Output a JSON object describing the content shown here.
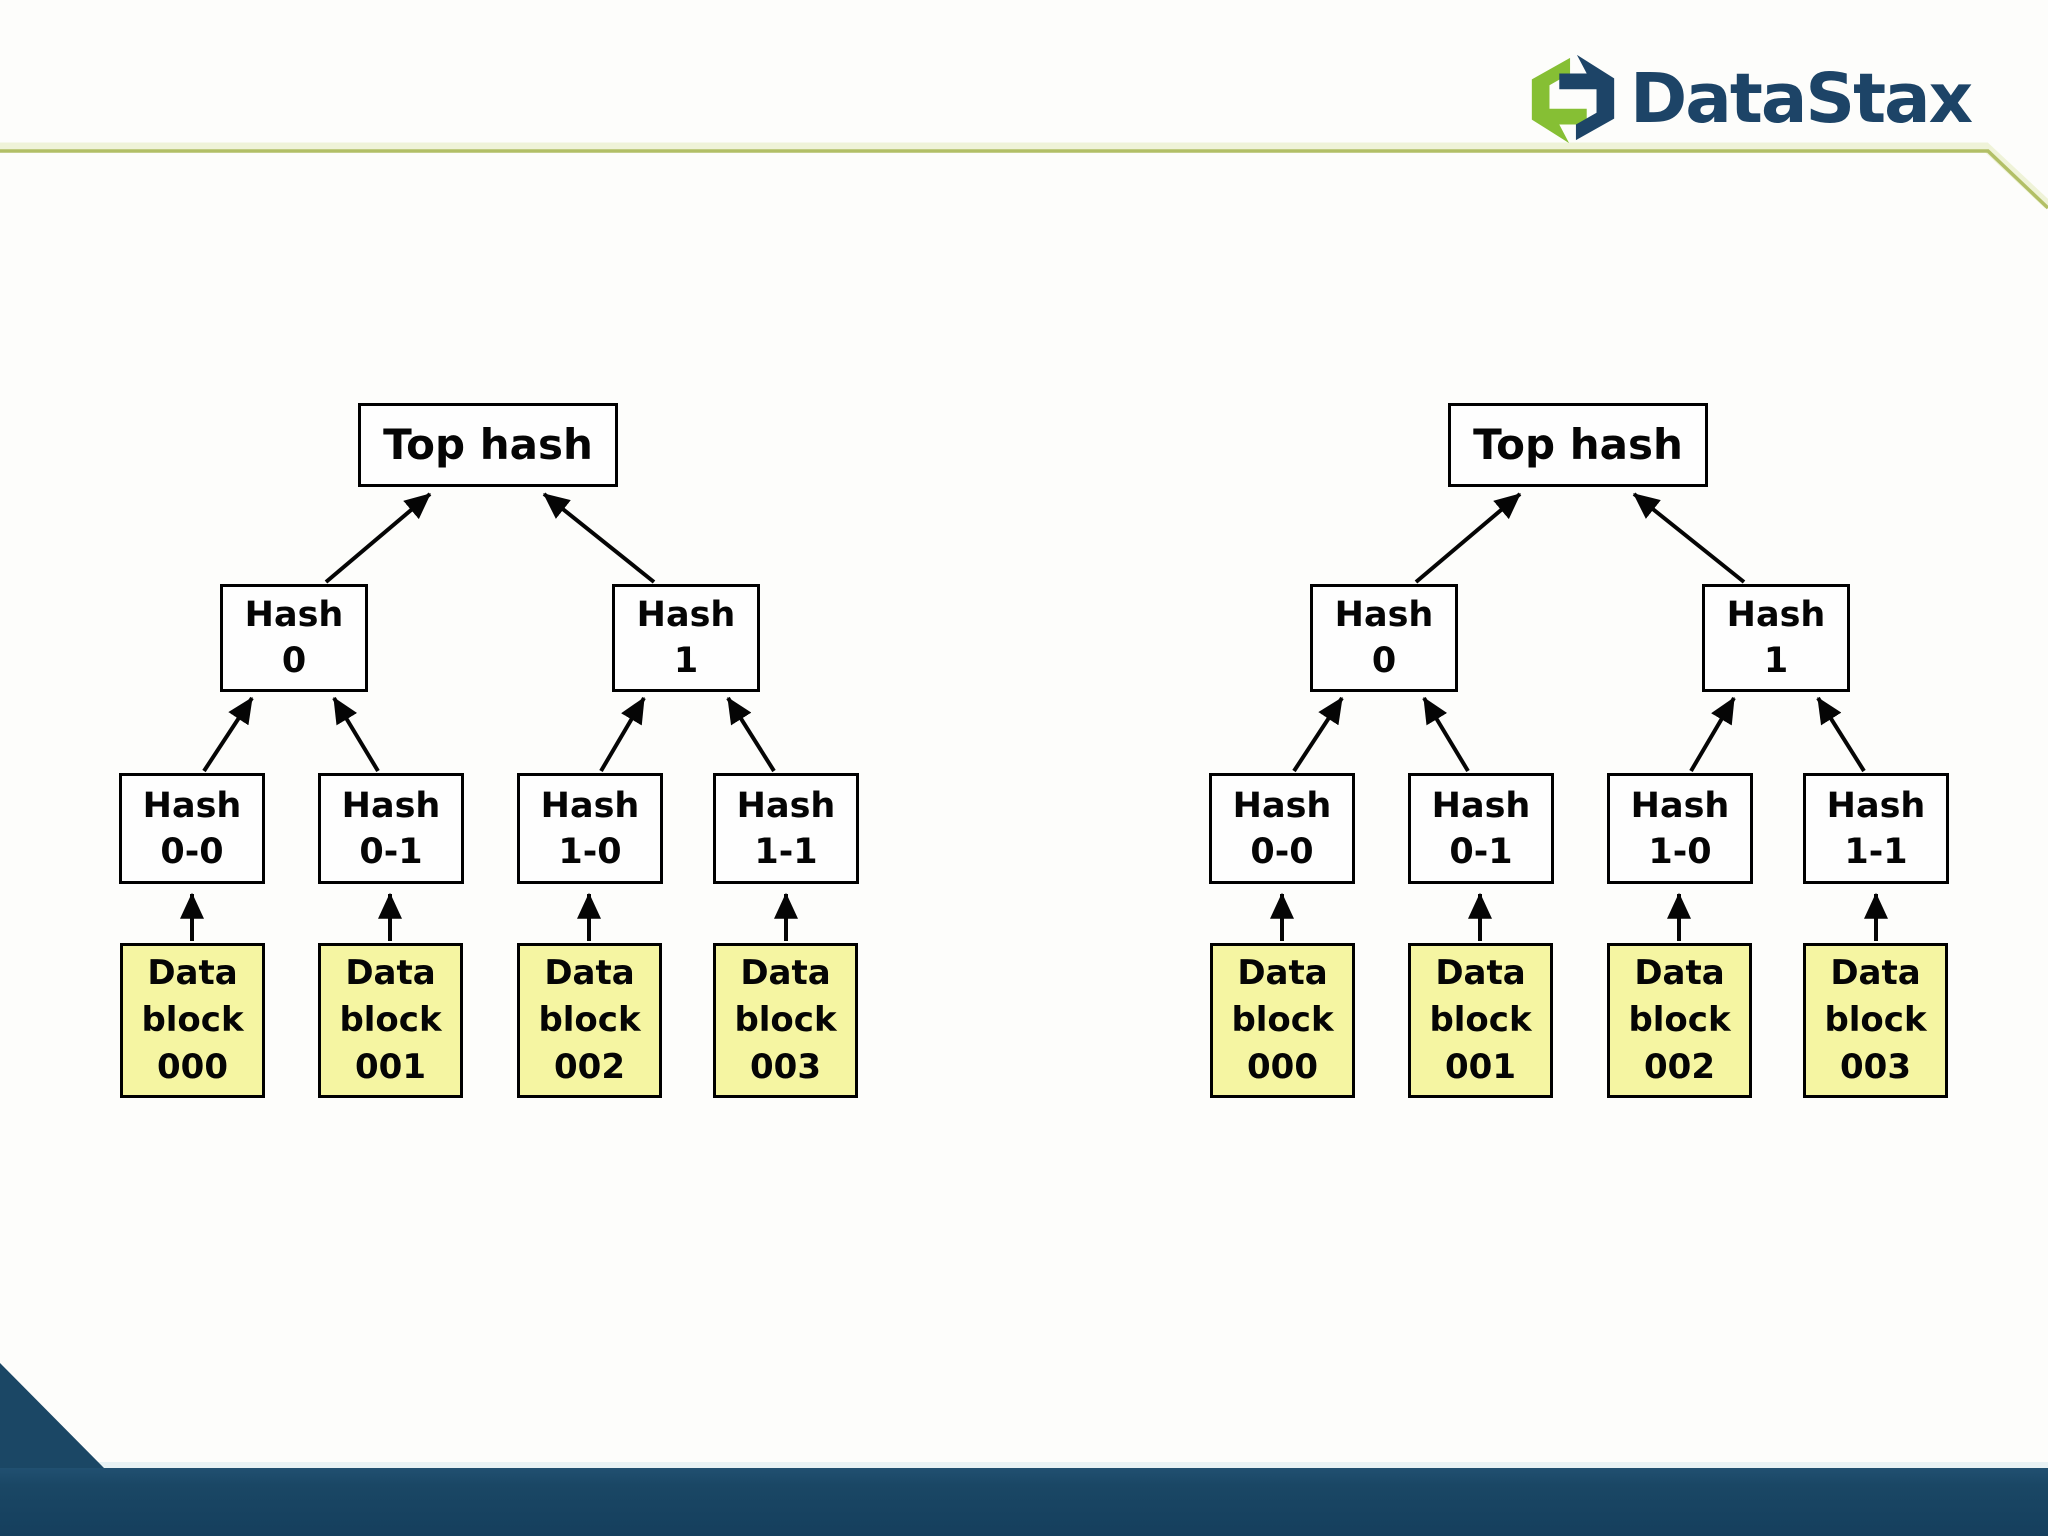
{
  "slide": {
    "background": "#fdfdfb",
    "description": "Presentation slide showing two identical Merkle (hash) tree diagrams side by side"
  },
  "logo": {
    "text": "DataStax"
  },
  "colors": {
    "brand_navy": "#1d4467",
    "brand_green": "#86bf34",
    "header_rule_olive": "#b2bf66",
    "footer_navy": "#1a4765",
    "data_block_fill": "#f5f5a2",
    "node_border": "#000000"
  },
  "trees": [
    {
      "name": "left",
      "top_hash": {
        "label": "Top hash"
      },
      "hashes_l2": [
        [
          "Hash",
          "0"
        ],
        [
          "Hash",
          "1"
        ]
      ],
      "hashes_l3": [
        [
          "Hash",
          "0-0"
        ],
        [
          "Hash",
          "0-1"
        ],
        [
          "Hash",
          "1-0"
        ],
        [
          "Hash",
          "1-1"
        ]
      ],
      "data_blocks": [
        [
          "Data",
          "block",
          "000"
        ],
        [
          "Data",
          "block",
          "001"
        ],
        [
          "Data",
          "block",
          "002"
        ],
        [
          "Data",
          "block",
          "003"
        ]
      ]
    },
    {
      "name": "right",
      "top_hash": {
        "label": "Top hash"
      },
      "hashes_l2": [
        [
          "Hash",
          "0"
        ],
        [
          "Hash",
          "1"
        ]
      ],
      "hashes_l3": [
        [
          "Hash",
          "0-0"
        ],
        [
          "Hash",
          "0-1"
        ],
        [
          "Hash",
          "1-0"
        ],
        [
          "Hash",
          "1-1"
        ]
      ],
      "data_blocks": [
        [
          "Data",
          "block",
          "000"
        ],
        [
          "Data",
          "block",
          "001"
        ],
        [
          "Data",
          "block",
          "002"
        ],
        [
          "Data",
          "block",
          "003"
        ]
      ]
    }
  ]
}
